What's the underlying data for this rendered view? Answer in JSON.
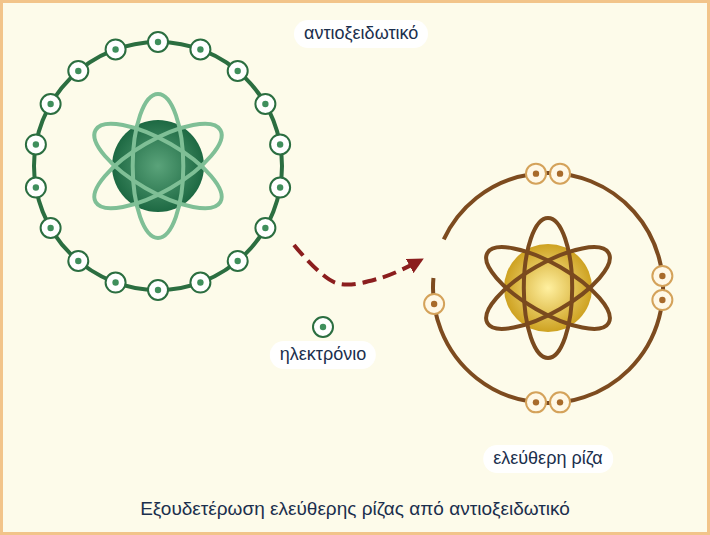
{
  "diagram": {
    "caption": "Εξουδετέρωση ελεύθερης ρίζας από αντιοξειδωτικό",
    "nodes": [
      {
        "text": [
          "αντιοξειδωτικό"
        ]
      },
      {
        "text": [
          "ελεύθερη ρίζα"
        ]
      },
      {
        "text": [
          "ηλεκτρόνιο"
        ]
      }
    ],
    "edges": [
      {
        "from": 0,
        "to": 1,
        "arrow": "to"
      }
    ]
  }
}
